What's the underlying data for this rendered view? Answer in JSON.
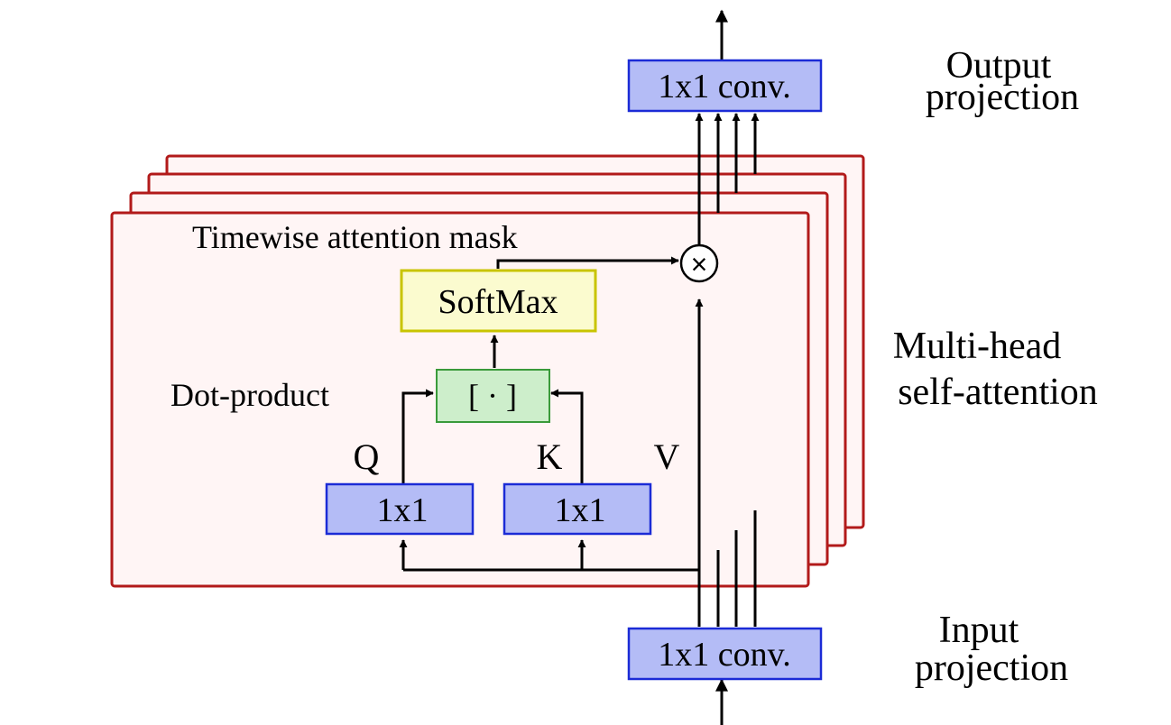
{
  "labels": {
    "output_projection_line1": "Output",
    "output_projection_line2": "projection",
    "multihead_line1": "Multi-head",
    "multihead_line2": "self-attention",
    "input_projection_line1": "Input",
    "input_projection_line2": "projection",
    "timewise_mask": "Timewise attention mask",
    "dot_product": "Dot-product",
    "q": "Q",
    "k": "K",
    "v": "V"
  },
  "boxes": {
    "output_conv": "1x1 conv.",
    "input_conv": "1x1 conv.",
    "softmax": "SoftMax",
    "dot_bracket": "[ · ]",
    "q_conv": "1x1",
    "k_conv": "1x1"
  },
  "symbols": {
    "multiply": "×"
  },
  "colors": {
    "conv_fill": "#b4bcf6",
    "conv_stroke": "#1b2bd6",
    "softmax_fill": "#fbfbcf",
    "softmax_stroke": "#c8c400",
    "dot_fill": "#cdeecb",
    "dot_stroke": "#3a9a3a",
    "head_fill": "#fff5f5",
    "head_stroke": "#b21a1a"
  }
}
